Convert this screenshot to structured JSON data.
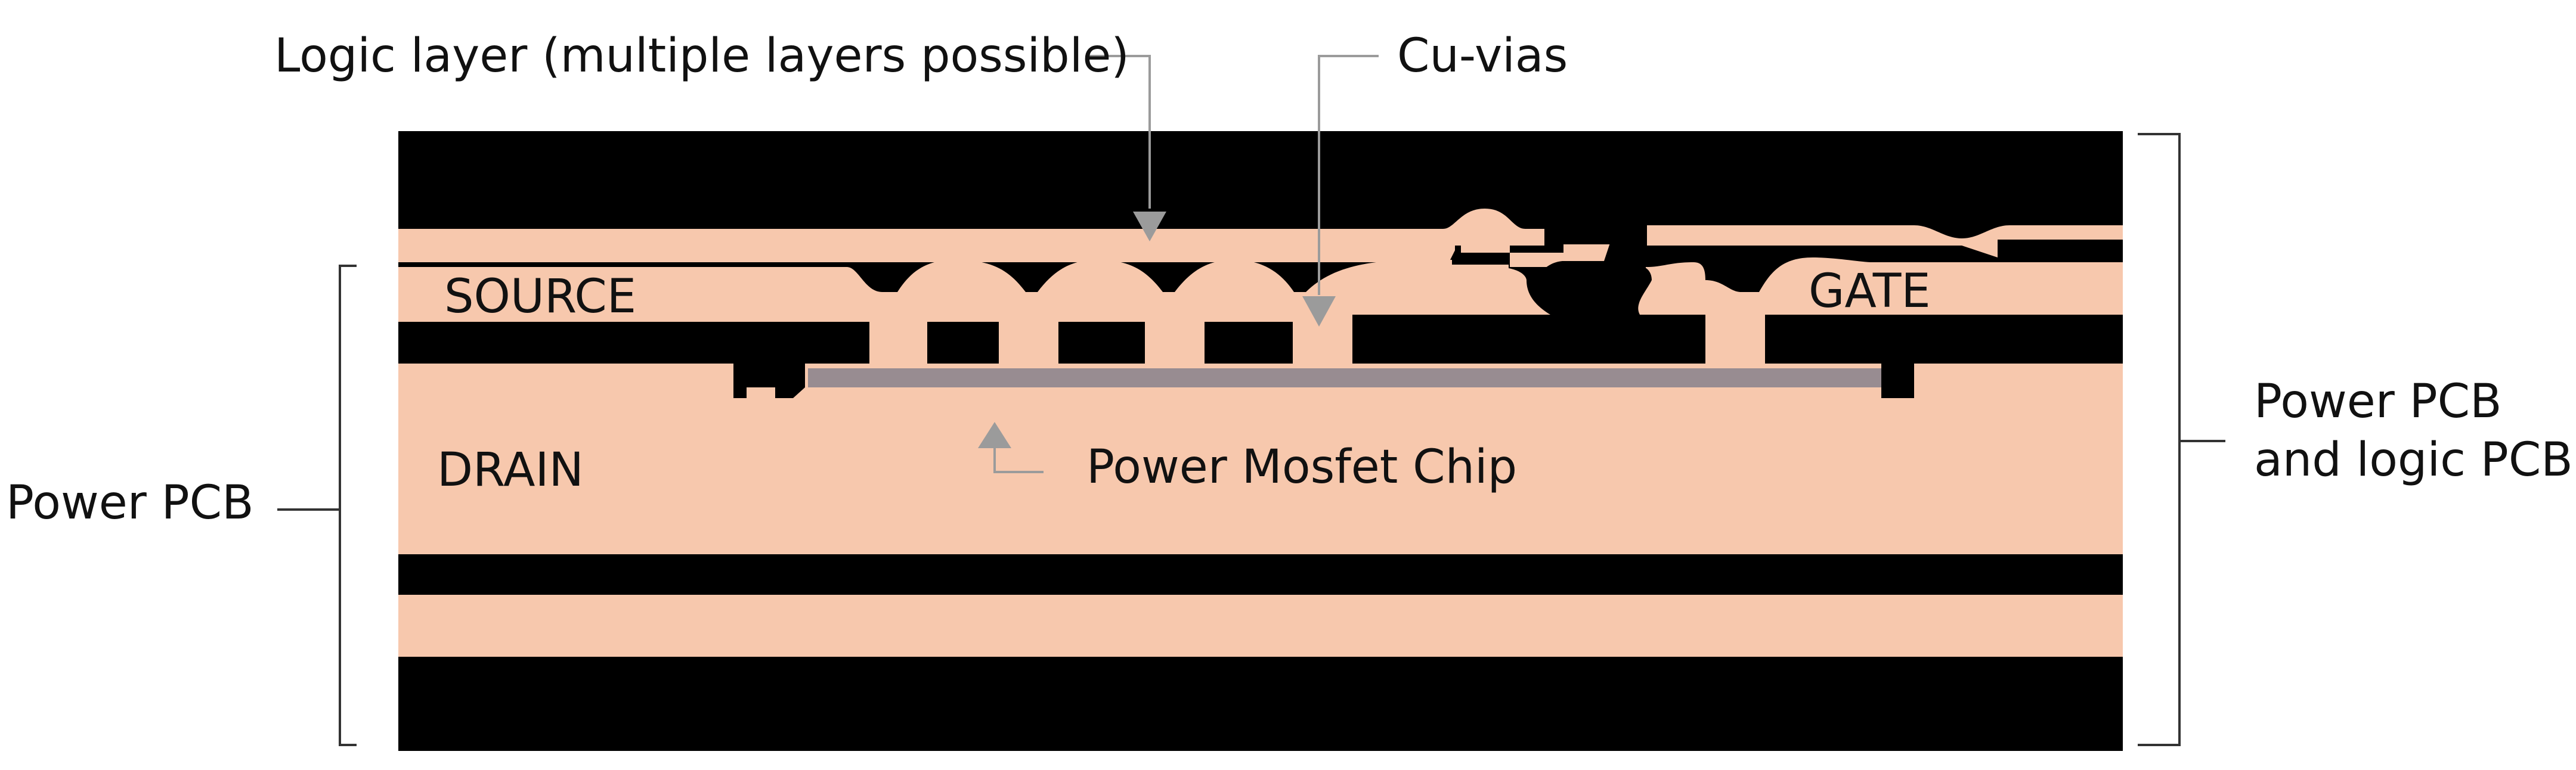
{
  "colors": {
    "copper": "#f7c8ad",
    "insulator": "#000000",
    "chip": "#988c91",
    "annotation": "#333333",
    "arrow": "#9b9b9b",
    "text": "#111111"
  },
  "annotations": {
    "logic_layer": "Logic layer (multiple layers possible)",
    "cu_vias": "Cu-vias",
    "power_mosfet_chip": "Power Mosfet Chip",
    "power_pcb": "Power PCB",
    "power_logic_pcb_line1": "Power PCB",
    "power_logic_pcb_line2": "and logic PCB"
  },
  "regions": {
    "source": "SOURCE",
    "drain": "DRAIN",
    "gate": "GATE"
  }
}
